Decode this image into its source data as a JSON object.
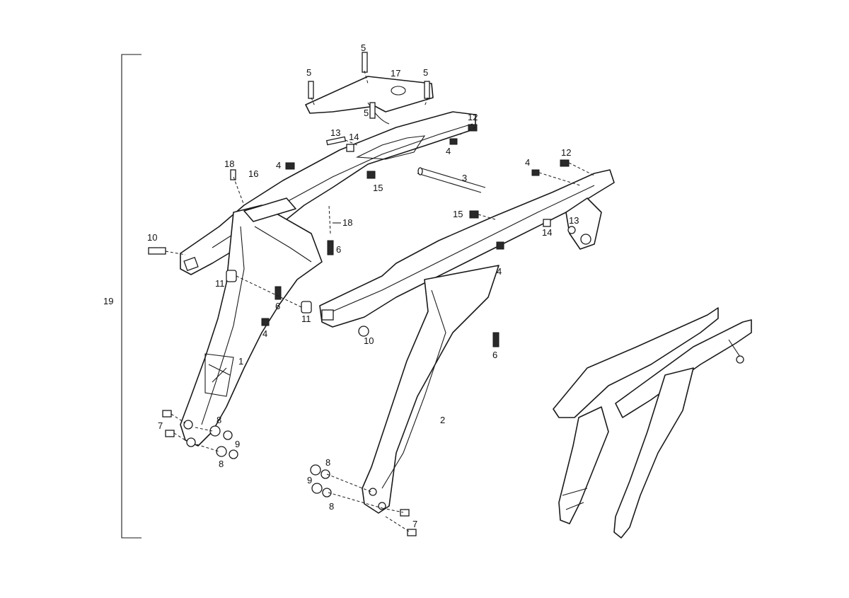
{
  "diagram": {
    "labels": [
      {
        "id": "assembly",
        "text": "19"
      },
      {
        "id": "p5a",
        "text": "5"
      },
      {
        "id": "p5b",
        "text": "5"
      },
      {
        "id": "p5c",
        "text": "5"
      },
      {
        "id": "p5d",
        "text": "5"
      },
      {
        "id": "p17",
        "text": "17"
      },
      {
        "id": "p12a",
        "text": "12"
      },
      {
        "id": "p13a",
        "text": "13"
      },
      {
        "id": "p14a",
        "text": "14"
      },
      {
        "id": "p4a",
        "text": "4"
      },
      {
        "id": "p4b",
        "text": "4"
      },
      {
        "id": "p18a",
        "text": "18"
      },
      {
        "id": "p16",
        "text": "16"
      },
      {
        "id": "p15a",
        "text": "15"
      },
      {
        "id": "p3",
        "text": "3"
      },
      {
        "id": "p4c",
        "text": "4"
      },
      {
        "id": "p12b",
        "text": "12"
      },
      {
        "id": "p18b",
        "text": "18"
      },
      {
        "id": "p15b",
        "text": "15"
      },
      {
        "id": "p14b",
        "text": "14"
      },
      {
        "id": "p13b",
        "text": "13"
      },
      {
        "id": "p10a",
        "text": "10"
      },
      {
        "id": "p6a",
        "text": "6"
      },
      {
        "id": "p11a",
        "text": "11"
      },
      {
        "id": "p6b",
        "text": "6"
      },
      {
        "id": "p11b",
        "text": "11"
      },
      {
        "id": "p4d",
        "text": "4"
      },
      {
        "id": "p4e",
        "text": "4"
      },
      {
        "id": "p10b",
        "text": "10"
      },
      {
        "id": "p6c",
        "text": "6"
      },
      {
        "id": "p1",
        "text": "1"
      },
      {
        "id": "p7a",
        "text": "7"
      },
      {
        "id": "p8a",
        "text": "8"
      },
      {
        "id": "p9a",
        "text": "9"
      },
      {
        "id": "p8b",
        "text": "8"
      },
      {
        "id": "p2",
        "text": "2"
      },
      {
        "id": "p8c",
        "text": "8"
      },
      {
        "id": "p9b",
        "text": "9"
      },
      {
        "id": "p8d",
        "text": "8"
      },
      {
        "id": "p7b",
        "text": "7"
      }
    ]
  }
}
